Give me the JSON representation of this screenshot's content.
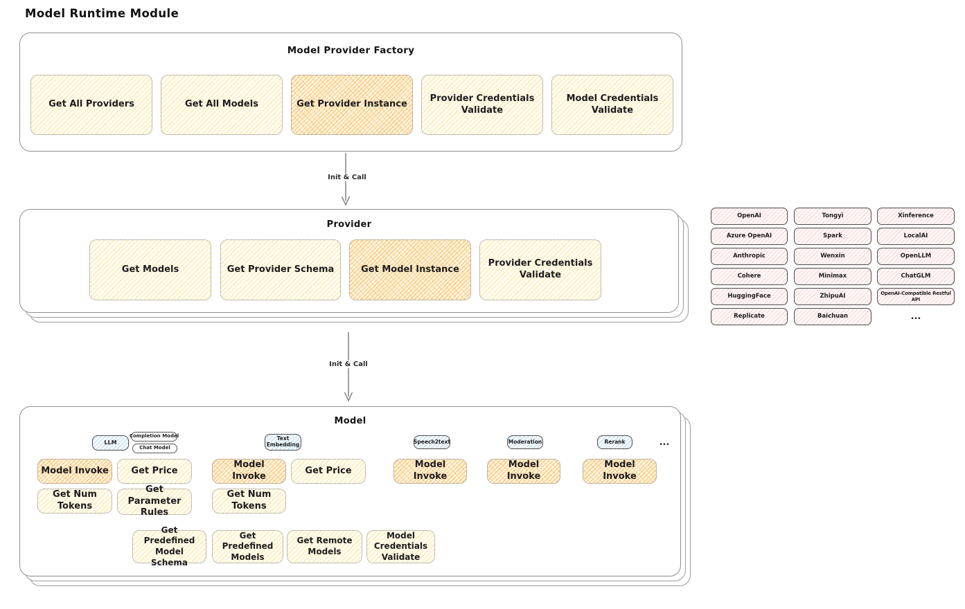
{
  "title": "Model Runtime Module",
  "factory": {
    "title": "Model Provider Factory",
    "buttons": [
      "Get All Providers",
      "Get All Models",
      "Get Provider Instance",
      "Provider Credentials Validate",
      "Model Credentials Validate"
    ],
    "highlighted": "Get Provider Instance"
  },
  "arrows": {
    "factory_to_provider": "Init & Call",
    "provider_to_model": "Init & Call"
  },
  "provider": {
    "title": "Provider",
    "buttons": [
      "Get Models",
      "Get Provider Schema",
      "Get Model Instance",
      "Provider Credentials Validate"
    ],
    "highlighted": "Get Model Instance"
  },
  "provider_catalog": {
    "columns": [
      [
        "OpenAI",
        "Azure OpenAI",
        "Anthropic",
        "Cohere",
        "HuggingFace",
        "Replicate"
      ],
      [
        "Tongyi",
        "Spark",
        "Wenxin",
        "Minimax",
        "ZhipuAI",
        "Baichuan"
      ],
      [
        "Xinference",
        "LocalAI",
        "OpenLLM",
        "ChatGLM",
        "OpenAI-Compatible Restful API"
      ]
    ],
    "more": "..."
  },
  "model": {
    "title": "Model",
    "types": [
      "LLM",
      "Text Embedding",
      "Speech2text",
      "Moderation",
      "Rerank"
    ],
    "llm_subtypes": [
      "Completion Model",
      "Chat Model"
    ],
    "more": "...",
    "actions": {
      "model_invoke": "Model Invoke",
      "get_price": "Get Price",
      "get_num_tokens": "Get Num Tokens",
      "get_parameter_rules": "Get Parameter Rules"
    },
    "shared_actions": [
      "Get Predefined Model Schema",
      "Get Predefined Models",
      "Get Remote Models",
      "Model Credentials Validate"
    ]
  },
  "colors": {
    "node_yellow_hatch": "#ffd56e",
    "node_orange_hatch": "#faa636",
    "provider_pink_hatch": "#ffa5a5",
    "type_blue_hatch": "#74b6e8",
    "panel_stroke": "#8f8f8f",
    "node_dotted_stroke": "#7d7d7d",
    "text": "#1f1f1f"
  }
}
